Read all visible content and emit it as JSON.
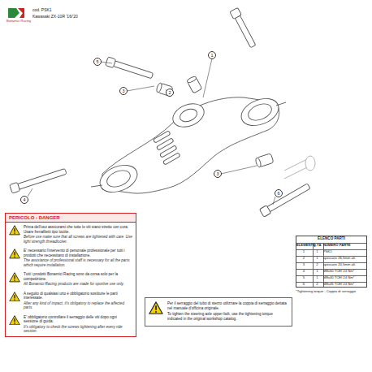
{
  "diagram": {
    "nodes": [
      {
        "text": [
          "PERICOLO - DANGER",
          "Prima dell'uso assicurarsi che tutte le viti siano strette con cura. Usare frenafiletti tipo loctite.",
          "Before use make sure that all screws are tightened with care. Use light strength threadlocker.",
          "E' necessario l'intervento di personale professionale per tutti i prodotti che necessitano di installazione.",
          "The assistance of professional staff is necessary for all the parts which require installation.",
          "Tutti i prodotti Bonamici Racing sono da corsa solo per la competizione.",
          "All Bonamici Racing products are made for sportive use only.",
          "A seguito di qualsiasi urto è obbligatorio sostituire le parti interessate.",
          "After any kind of impact, it's obligatory to replace the affected parts.",
          "E' obbligatorio controllare il serraggio delle viti dopo ogni sessione di guida.",
          "It's obligatory to check the screws tightening after every ride session."
        ]
      },
      {
        "text": [
          "Per il serraggio del tubo di sterzo utilizzare la coppia di serraggio dettata nel manuale d'officina originale.",
          "To tighten the steering axle upper bolt, use the tightening torque indicated in the original workshop catalog."
        ]
      }
    ],
    "labels": [
      "Bonamici Racing",
      "cod. PSK1",
      "Kawasaki ZX-10R '16/'20",
      "1",
      "2",
      "3",
      "4",
      "5",
      "6",
      "3",
      "ELENCO PARTI",
      "ELEMENTO",
      "Q.TÀ",
      "NUMERO PARTE",
      "1",
      "1",
      "PSK1",
      "2",
      "1",
      "spessore 26,5mm alt.",
      "3",
      "2",
      "spessore 20,5mm alt.",
      "4",
      "1",
      "M8x60 TCEI 24 Nm*",
      "5",
      "1",
      "M8x40 TCEI 24 Nm*",
      "6",
      "2",
      "M8x45 TCEI 24 Nm*",
      "*Tightening torque - Coppia di serraggio"
    ]
  }
}
